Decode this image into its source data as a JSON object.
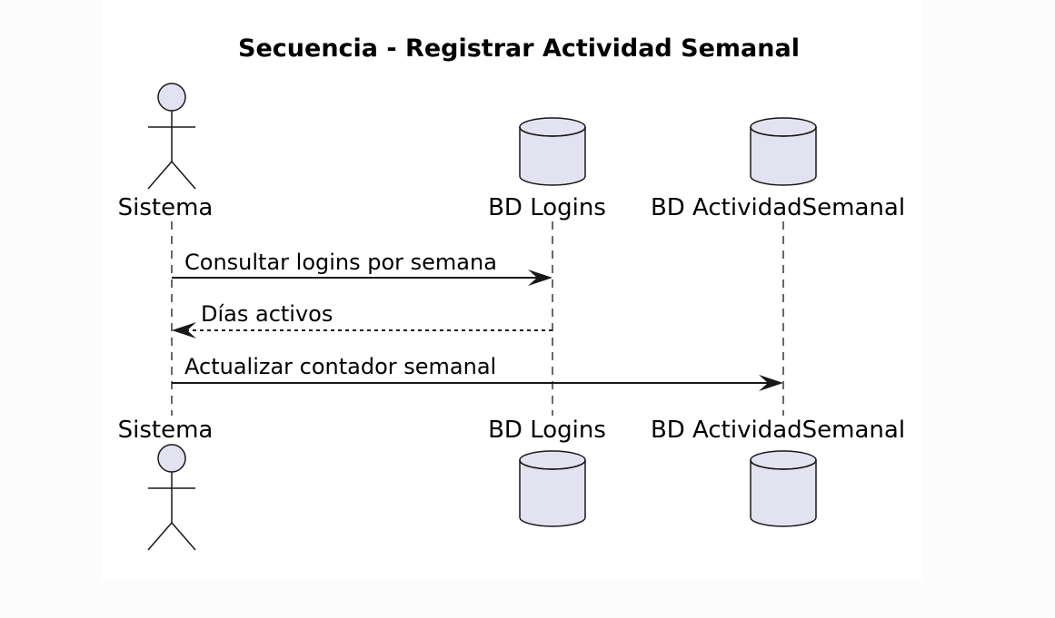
{
  "diagram": {
    "title": "Secuencia - Registrar Actividad Semanal",
    "participants": [
      {
        "id": "sistema",
        "label": "Sistema",
        "type": "actor"
      },
      {
        "id": "bd_logins",
        "label": "BD Logins",
        "type": "database"
      },
      {
        "id": "bd_actividad",
        "label": "BD ActividadSemanal",
        "type": "database"
      }
    ],
    "messages": [
      {
        "from": "sistema",
        "to": "bd_logins",
        "label": "Consultar logins por semana",
        "style": "solid"
      },
      {
        "from": "bd_logins",
        "to": "sistema",
        "label": "Días activos",
        "style": "dashed"
      },
      {
        "from": "sistema",
        "to": "bd_actividad",
        "label": "Actualizar contador semanal",
        "style": "solid"
      }
    ],
    "colors": {
      "participant_fill": "#e2e2f0",
      "stroke": "#181818",
      "background": "#ffffff"
    }
  }
}
